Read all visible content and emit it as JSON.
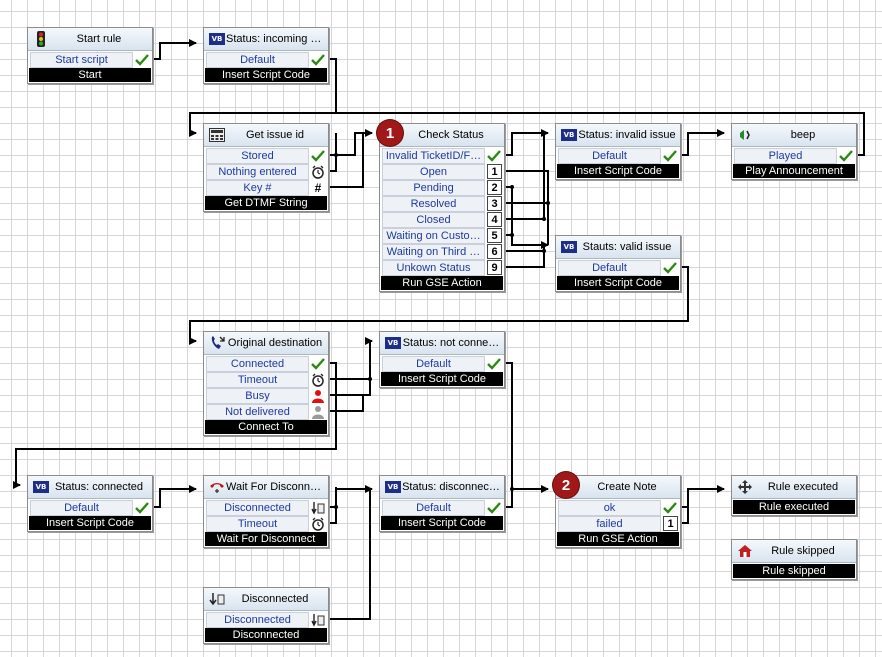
{
  "nodes": {
    "start_rule": {
      "title": "Start rule",
      "icon": "traffic-light-icon",
      "rows": [
        {
          "label": "Start script",
          "marker": "check"
        }
      ],
      "footer": "Start"
    },
    "status_incoming_call": {
      "title": "Status: incoming call",
      "icon": "vb-script-icon",
      "rows": [
        {
          "label": "Default",
          "marker": "check"
        }
      ],
      "footer": "Insert Script Code"
    },
    "get_issue_id": {
      "title": "Get issue id",
      "icon": "keypad-icon",
      "rows": [
        {
          "label": "Stored",
          "marker": "check"
        },
        {
          "label": "Nothing entered",
          "marker": "timer"
        },
        {
          "label": "Key #",
          "marker": "#"
        }
      ],
      "footer": "Get DTMF String"
    },
    "check_status": {
      "title": "Check Status",
      "badge": "1",
      "icon": "none",
      "rows": [
        {
          "label": "Invalid TicketID/F…",
          "marker": "check"
        },
        {
          "label": "Open",
          "marker": "1"
        },
        {
          "label": "Pending",
          "marker": "2"
        },
        {
          "label": "Resolved",
          "marker": "3"
        },
        {
          "label": "Closed",
          "marker": "4"
        },
        {
          "label": "Waiting on Custo…",
          "marker": "5"
        },
        {
          "label": "Waiting on Third …",
          "marker": "6"
        },
        {
          "label": "Unkown Status",
          "marker": "9"
        }
      ],
      "footer": "Run GSE Action"
    },
    "status_invalid_issue": {
      "title": "Status: invalid issue",
      "icon": "vb-script-icon",
      "rows": [
        {
          "label": "Default",
          "marker": "check"
        }
      ],
      "footer": "Insert Script Code"
    },
    "beep": {
      "title": "beep",
      "icon": "announcement-icon",
      "rows": [
        {
          "label": "Played",
          "marker": "check"
        }
      ],
      "footer": "Play Announcement"
    },
    "stauts_valid_issue": {
      "title": "Stauts: valid issue",
      "icon": "vb-script-icon",
      "rows": [
        {
          "label": "Default",
          "marker": "check"
        }
      ],
      "footer": "Insert Script Code"
    },
    "original_destination": {
      "title": "Original destination",
      "icon": "phone-transfer-icon",
      "rows": [
        {
          "label": "Connected",
          "marker": "check"
        },
        {
          "label": "Timeout",
          "marker": "timer"
        },
        {
          "label": "Busy",
          "marker": "person-red"
        },
        {
          "label": "Not delivered",
          "marker": "person-gray"
        }
      ],
      "footer": "Connect To"
    },
    "status_not_connected": {
      "title": "Status: not conne…",
      "icon": "vb-script-icon",
      "rows": [
        {
          "label": "Default",
          "marker": "check"
        }
      ],
      "footer": "Insert Script Code"
    },
    "status_connected": {
      "title": "Status: connected",
      "icon": "vb-script-icon",
      "rows": [
        {
          "label": "Default",
          "marker": "check"
        }
      ],
      "footer": "Insert Script Code"
    },
    "wait_for_disconnect": {
      "title": "Wait For Disconnect",
      "icon": "hangup-icon",
      "rows": [
        {
          "label": "Disconnected",
          "marker": "disconnect"
        },
        {
          "label": "Timeout",
          "marker": "timer"
        }
      ],
      "footer": "Wait For Disconnect"
    },
    "status_disconnected": {
      "title": "Status: disconnec…",
      "icon": "vb-script-icon",
      "rows": [
        {
          "label": "Default",
          "marker": "check"
        }
      ],
      "footer": "Insert Script Code"
    },
    "create_note": {
      "title": "Create Note",
      "badge": "2",
      "icon": "none",
      "rows": [
        {
          "label": "ok",
          "marker": "check"
        },
        {
          "label": "failed",
          "marker": "1"
        }
      ],
      "footer": "Run GSE Action"
    },
    "rule_executed": {
      "title": "Rule executed",
      "icon": "move-cross-icon",
      "rows": [],
      "footer": "Rule executed"
    },
    "rule_skipped": {
      "title": "Rule skipped",
      "icon": "house-icon",
      "rows": [],
      "footer": "Rule skipped"
    },
    "disconnected": {
      "title": "Disconnected",
      "icon": "disconnect-icon",
      "rows": [
        {
          "label": "Disconnected",
          "marker": "disconnect"
        }
      ],
      "footer": "Disconnected"
    }
  }
}
